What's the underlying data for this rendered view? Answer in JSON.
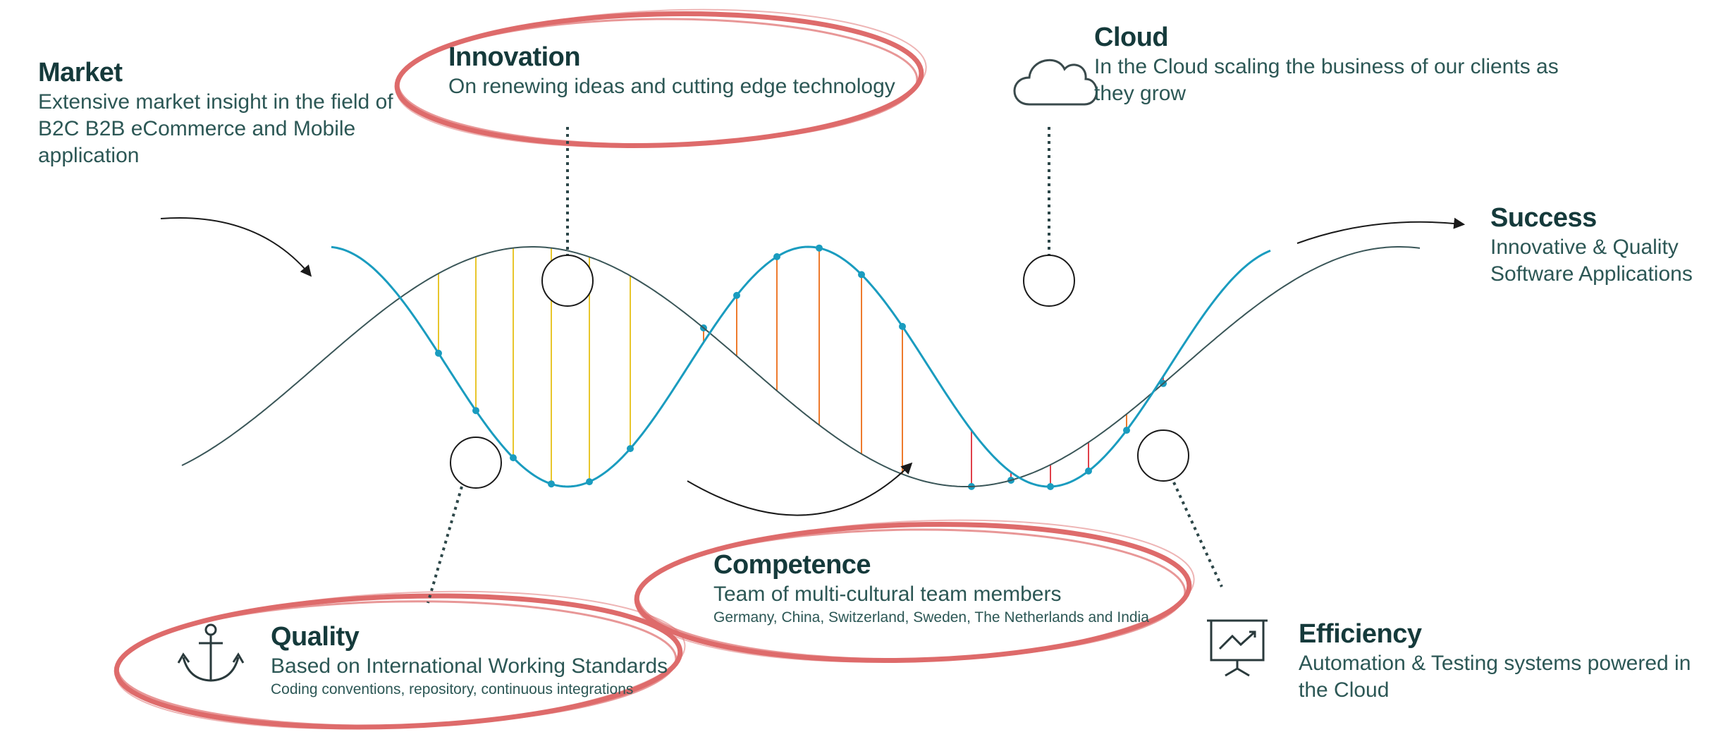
{
  "blocks": {
    "market": {
      "title": "Market",
      "description": "Extensive market insight in the field of B2C B2B eCommerce and Mobile application"
    },
    "innovation": {
      "title": "Innovation",
      "description": "On renewing ideas and cutting edge technology"
    },
    "cloud": {
      "title": "Cloud",
      "description": "In the Cloud scaling the business of our clients as they grow",
      "icon": "cloud-icon"
    },
    "success": {
      "title": "Success",
      "description": "Innovative & Quality Software Applications"
    },
    "competence": {
      "title": "Competence",
      "description": "Team of multi-cultural team members",
      "detail": "Germany, China, Switzerland, Sweden, The Netherlands and India"
    },
    "quality": {
      "title": "Quality",
      "description": "Based on International Working Standards",
      "detail": "Coding conventions, repository, continuous integrations",
      "icon": "anchor-icon"
    },
    "efficiency": {
      "title": "Efficiency",
      "description": "Automation & Testing systems powered in the Cloud",
      "icon": "presentation-chart-icon"
    }
  },
  "colors": {
    "heading": "#153a3b",
    "text": "#2c5755",
    "helix_dark": "#3a5658",
    "helix_teal": "#1a9cbf",
    "rung_yellow": "#e8c62b",
    "rung_orange": "#ee7a2c",
    "rung_red": "#e0404a",
    "dot": "#1a9cbf",
    "highlight_ellipse": "#de6b6b",
    "arrow": "#1a1a1a",
    "connector": "#2c4648"
  }
}
